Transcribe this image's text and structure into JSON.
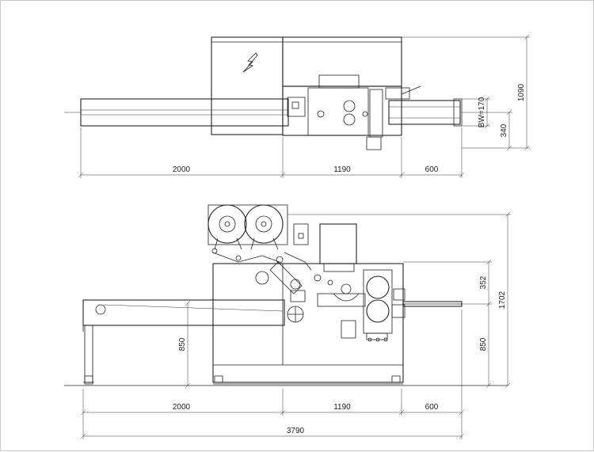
{
  "drawing": {
    "top_view": {
      "dim_infeed": "2000",
      "dim_machine": "1190",
      "dim_outfeed": "600",
      "dim_height_total": "1090",
      "dim_height_lower": "340",
      "dim_bw": "BW=170"
    },
    "side_view": {
      "dim_infeed": "2000",
      "dim_machine": "1190",
      "dim_outfeed": "600",
      "dim_overall": "3790",
      "dim_conveyor_height": "850",
      "dim_right_lower": "850",
      "dim_right_upper": "352",
      "dim_total_height": "1702"
    }
  }
}
